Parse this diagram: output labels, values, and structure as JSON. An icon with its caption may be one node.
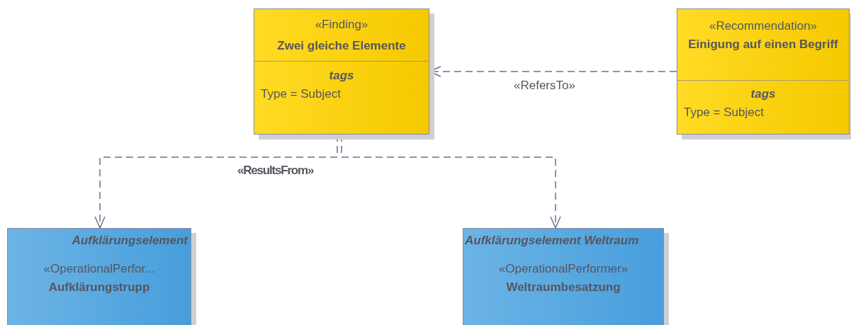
{
  "diagram": {
    "nodes": [
      {
        "text": [
          "«Finding»",
          "Zwei gleiche Elemente",
          "tags",
          "Type = Subject"
        ]
      },
      {
        "text": [
          "«Recommendation»",
          "Einigung auf einen Begriff",
          "tags",
          "Type = Subject"
        ]
      },
      {
        "text": [
          "Aufklärungselement",
          "«OperationalPerfor...",
          "Aufklärungstrupp"
        ]
      },
      {
        "text": [
          "Aufklärungselement Weltraum",
          "«OperationalPerformer»",
          "Weltraumbesatzung"
        ]
      }
    ],
    "edges": [
      {
        "from": 1,
        "to": 0,
        "arrow": "to",
        "label": "«RefersTo»",
        "style": "dashed"
      },
      {
        "from": 0,
        "to": 2,
        "arrow": "to",
        "label": "«ResultsFrom»",
        "style": "dashed"
      },
      {
        "from": 0,
        "to": 3,
        "arrow": "to",
        "style": "dashed"
      }
    ]
  }
}
